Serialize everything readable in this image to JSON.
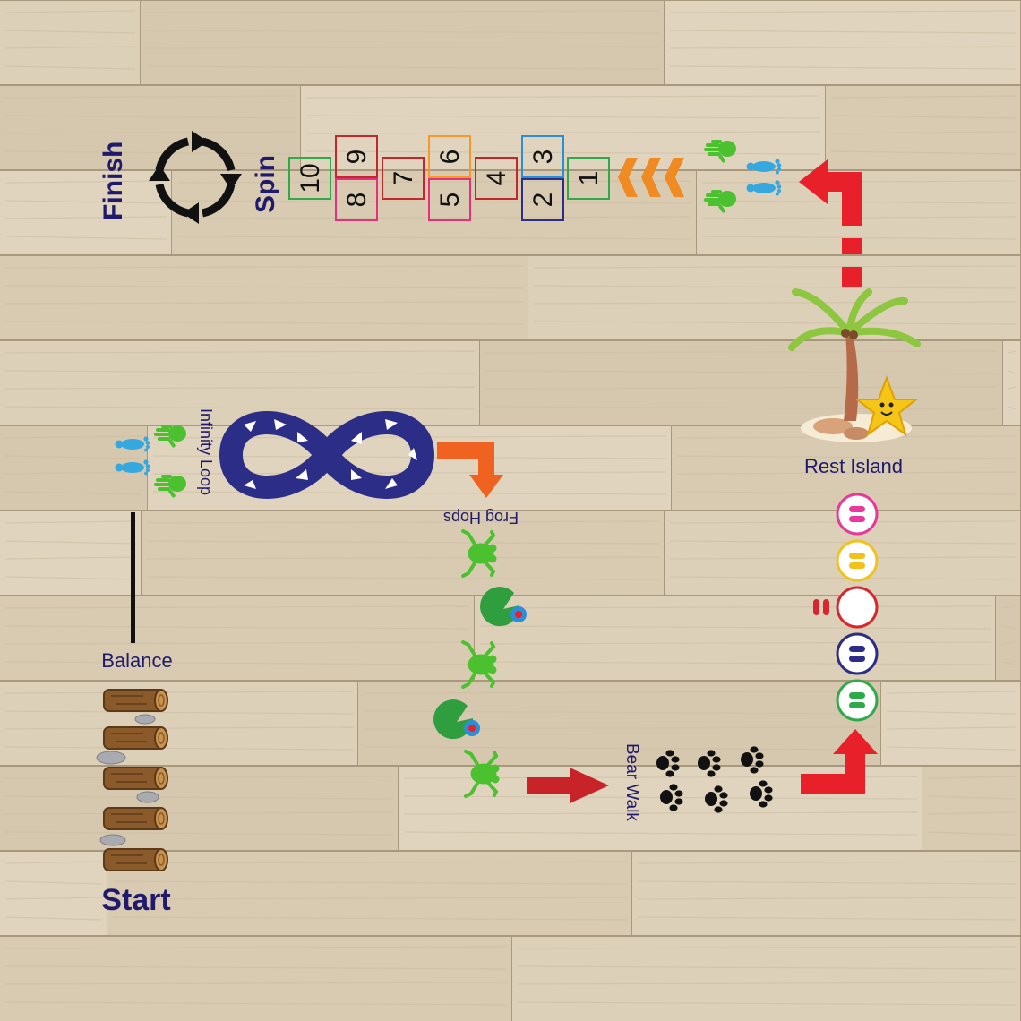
{
  "labels": {
    "finish": "Finish",
    "spin": "Spin",
    "infinity_loop": "Infinity Loop",
    "frog_hops": "Frog Hops",
    "balance": "Balance",
    "start": "Start",
    "bear_walk": "Bear Walk",
    "rest_island": "Rest Island"
  },
  "hopscotch": {
    "squares": [
      {
        "n": "1",
        "color": "#2eaa4a"
      },
      {
        "n": "2",
        "color": "#2b2d86"
      },
      {
        "n": "3",
        "color": "#2b8ed6"
      },
      {
        "n": "4",
        "color": "#c0282e"
      },
      {
        "n": "5",
        "color": "#e3317e"
      },
      {
        "n": "6",
        "color": "#f39a2b"
      },
      {
        "n": "7",
        "color": "#c0282e"
      },
      {
        "n": "8",
        "color": "#e3317e"
      },
      {
        "n": "9",
        "color": "#c0282e"
      },
      {
        "n": "10",
        "color": "#2eaa4a"
      }
    ]
  },
  "footprint_circles": [
    "#e8389b",
    "#f2c21b",
    "#d8262e",
    "#2b2d86",
    "#2eaa4a"
  ],
  "colors": {
    "label": "#1f1a6b",
    "arrow_red": "#e8202a",
    "arrow_orange": "#f08a22",
    "infinity": "#2b2d86",
    "frog": "#4cc12f",
    "handprint": "#4cc12f",
    "footprint": "#35a8e0"
  },
  "icons": [
    "spin-arrows-icon",
    "palm-tree-icon",
    "starfish-icon",
    "frog-icon",
    "lily-pad-icon",
    "paw-print-icon",
    "log-icon",
    "handprint-icon",
    "footprint-icon",
    "chevron-icon",
    "arrow-icon",
    "infinity-loop-icon"
  ]
}
